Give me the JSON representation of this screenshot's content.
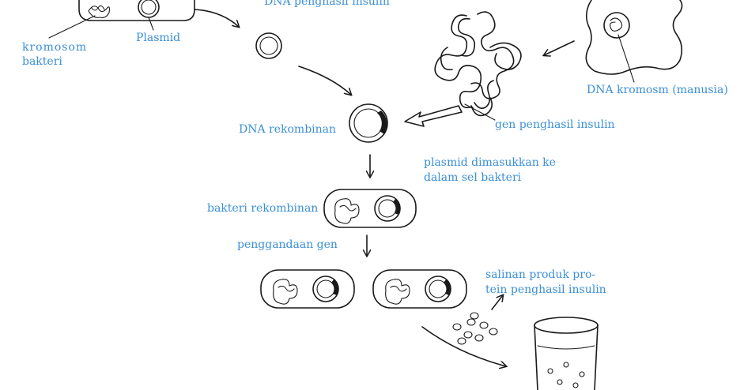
{
  "labels": {
    "dna_top": "DNA penghasil insulin",
    "kromosom_bakteri_1": "kromosom",
    "kromosom_bakteri_2": "bakteri",
    "plasmid": "Plasmid",
    "dna_kromosom_manusia": "DNA kromosm (manusia)",
    "dna_rekombinan": "DNA rekombinan",
    "gen_penghasil_insulin": "gen penghasil insulin",
    "plasmid_dimasukkan_1": "plasmid  dimasukkan  ke",
    "plasmid_dimasukkan_2": "dalam sel bakteri",
    "bakteri_rekombinan": "bakteri rekombinan",
    "penggandaan_gen": "penggandaan gen",
    "salinan_1": "salinan  produk  pro-",
    "salinan_2": "tein penghasil insulin"
  },
  "colors": {
    "label": "#3a8fd6",
    "ink": "#1a1a1a"
  }
}
